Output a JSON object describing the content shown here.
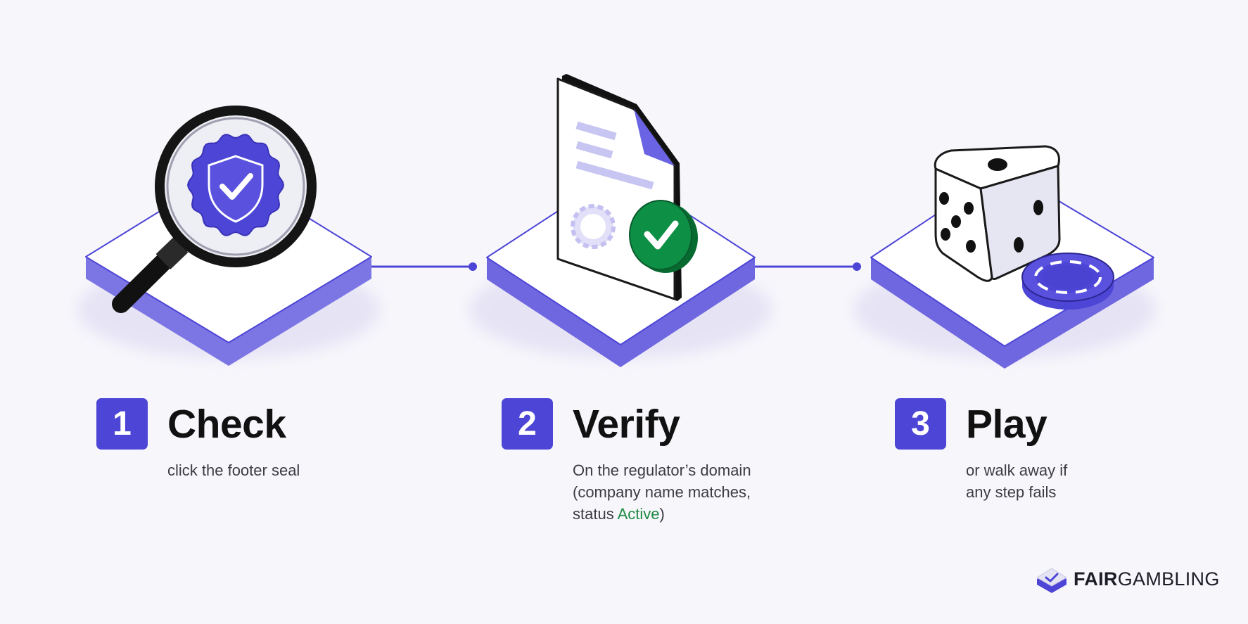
{
  "steps": [
    {
      "number": "1",
      "title": "Check",
      "description": [
        "click the footer seal"
      ],
      "icon": "magnifier-seal-icon"
    },
    {
      "number": "2",
      "title": "Verify",
      "description": [
        "On the regulator’s domain",
        "(company name matches,"
      ],
      "status_prefix": "status ",
      "status_word": "Active",
      "status_suffix": ")",
      "icon": "verified-document-icon"
    },
    {
      "number": "3",
      "title": "Play",
      "description": [
        "or walk away if",
        "any step fails"
      ],
      "icon": "dice-chip-icon"
    }
  ],
  "brand": {
    "strong": "FAIR",
    "rest": "GAMBLING"
  },
  "colors": {
    "accent": "#4d45d6",
    "active": "#1e8a44",
    "check_badge": "#0d8f45",
    "background": "#f7f6fb"
  }
}
